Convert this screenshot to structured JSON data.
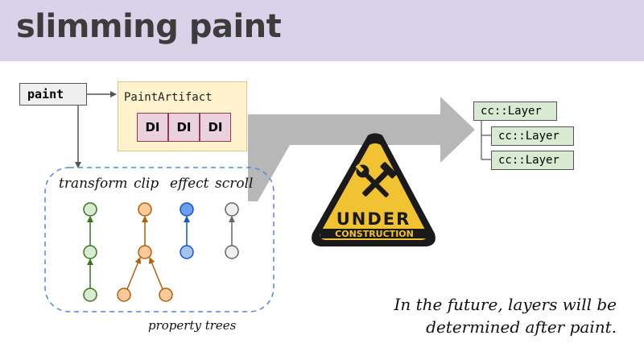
{
  "title": "slimming paint",
  "paint_label": "paint",
  "artifact": {
    "label": "PaintArtifact",
    "items": [
      "DI",
      "DI",
      "DI"
    ]
  },
  "layers": [
    "cc::Layer",
    "cc::Layer",
    "cc::Layer"
  ],
  "trees": {
    "labels": [
      "transform",
      "clip",
      "effect",
      "scroll"
    ],
    "caption": "property trees"
  },
  "sign": {
    "line1": "UNDER",
    "line2": "CONSTRUCTION"
  },
  "footer": {
    "line1": "In the future, layers will be",
    "line2": "determined after paint."
  },
  "colors": {
    "transform": "#38761d",
    "clip": "#b45f06",
    "effect": "#1155cc",
    "scroll": "#666666",
    "dash": "#4a86e8",
    "sign": "#f1c232"
  }
}
